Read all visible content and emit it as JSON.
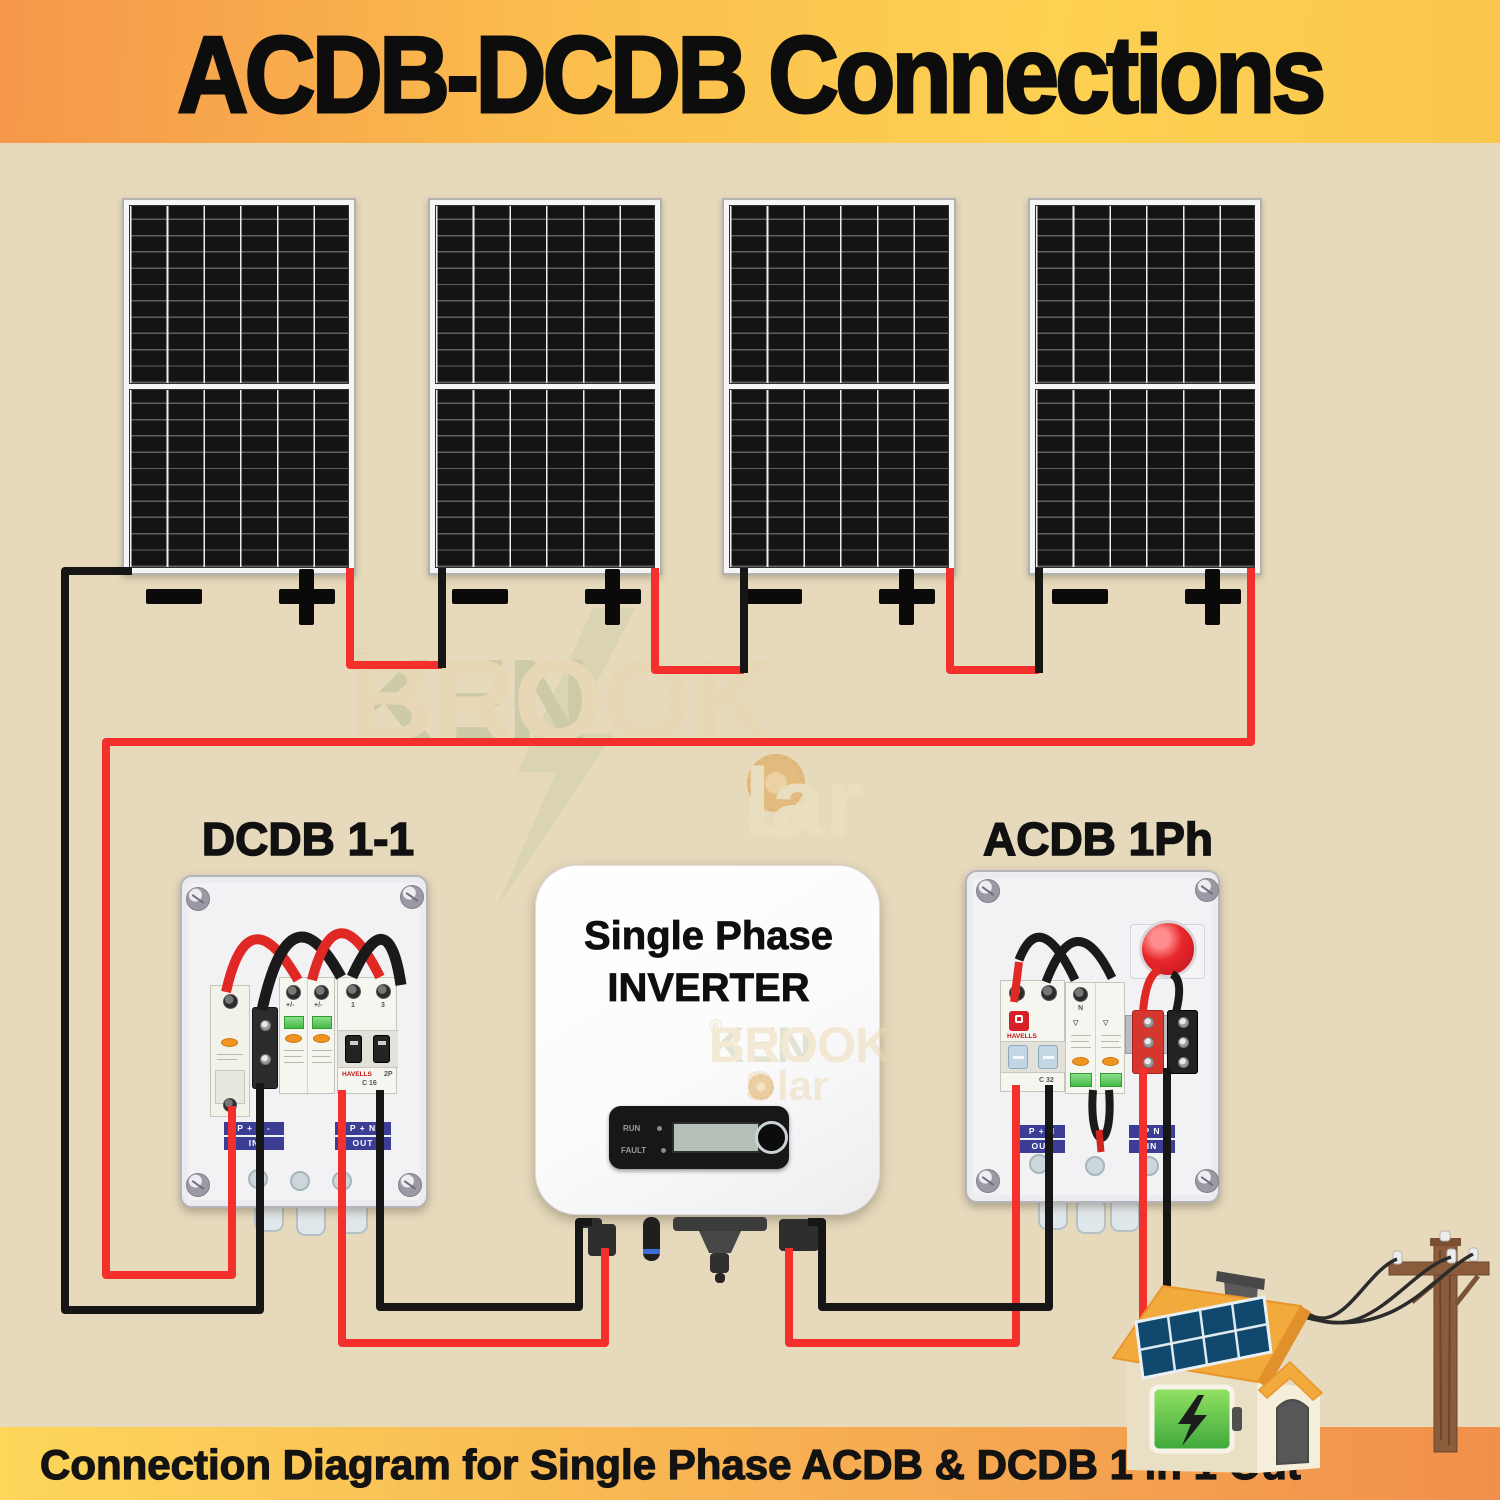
{
  "title": "ACDB-DCDB Connections",
  "caption": "Connection Diagram for Single Phase ACDB & DCDB 1 in 1 Out",
  "watermark": {
    "brand_left": "KEN",
    "brand_right": "BROOK",
    "registered": "®",
    "solar_head": "S",
    "solar_tail": "lar"
  },
  "panels": {
    "count": 4,
    "negative_symbol": "−",
    "positive_symbol": "+"
  },
  "dcdb": {
    "label": "DCDB 1-1",
    "in_terminals": "P +   N -",
    "in_text": "IN",
    "out_terminals": "P +   N",
    "out_text": "OUT",
    "spd_mark_1": "+/-",
    "spd_mark_2": "+/-",
    "mcb_pole_1": "1",
    "mcb_pole_2": "3",
    "mcb_brand": "HAVELLS",
    "mcb_rating": "C 16",
    "mcb_poles": "2P"
  },
  "acdb": {
    "label": "ACDB 1Ph",
    "out_terminals": "P +   N",
    "out_text": "OUT",
    "in_terminals": "P    N",
    "in_text": "IN",
    "mcb_brand": "HAVELLS",
    "mcb_rating": "C 32",
    "spd_neutral": "N"
  },
  "inverter": {
    "label_line1": "Single Phase",
    "label_line2": "INVERTER",
    "run_label": "RUN",
    "fault_label": "FAULT",
    "wm_left": "KEN",
    "wm_right": "BROOK",
    "wm_registered": "®",
    "wm_solar_head": "S",
    "wm_solar_tail": "lar"
  },
  "colors": {
    "background": "#e6d9bc",
    "title_gradient_left": "#f5974a",
    "title_gradient_right": "#fdd152",
    "banner_gradient_left": "#fdd65a",
    "banner_gradient_right": "#f1904c",
    "wire_red": "#f3302c",
    "wire_black": "#161616",
    "terminal_label_blue": "#3c3e96",
    "lamp_red": "#e8272b",
    "spd_window_green": "#46b946",
    "roof_orange": "#f3aa3d",
    "house_panel_blue": "#10486e",
    "battery_green": "#5ec944",
    "pole_brown": "#8a5c3c"
  }
}
